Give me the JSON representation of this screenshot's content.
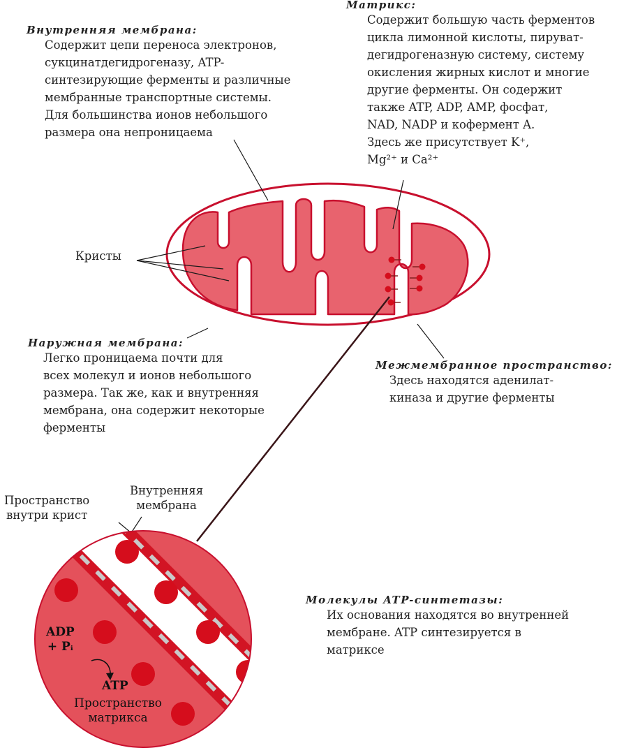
{
  "inner_membrane": {
    "title": "Внутренняя мембрана:",
    "text": "Содержит цепи переноса электронов,\nсукцинатдегидрогеназу, ATP-\nсинтезирующие ферменты и различные\nмембранные транспортные системы.\nДля большинства ионов небольшого\nразмера она непроницаема"
  },
  "matrix": {
    "title": "Матрикс:",
    "text": "Содержит большую часть ферментов\nцикла лимонной кислоты, пируват-\nдегидрогеназную систему, систему\nокисления жирных кислот и многие\nдругие ферменты. Он содержит\nтакже ATP, ADP, AMP, фосфат,\nNAD, NADP и кофермент A.\nЗдесь же присутствует K⁺,\nMg²⁺ и Ca²⁺"
  },
  "cristae": {
    "label": "Кристы"
  },
  "outer_membrane": {
    "title": "Наружная мембрана:",
    "text": "Легко проницаема почти для\nвсех молекул и ионов небольшого\nразмера. Так же, как и внутренняя\nмембрана, она содержит некоторые\nферменты"
  },
  "intermembrane_space": {
    "title": "Межмембранное пространство:",
    "text": "Здесь находятся аденилат-\nкиназа и другие ферменты"
  },
  "zoom": {
    "crista_space_label": "Пространство\nвнутри крист",
    "inner_membrane_label": "Внутренняя\nмембрана",
    "adp_label": "ADP\n+ Pᵢ",
    "atp_label": "ATP",
    "matrix_space_label": "Пространство\nматрикса"
  },
  "atp_synthase": {
    "title": "Молекулы ATP-синтетазы:",
    "text": "Их основания находятся во внутренней\nмембране. ATP синтезируется в\nматриксе"
  },
  "colors": {
    "membrane_red": "#c8102e",
    "matrix_fill": "#e8636e",
    "synthase_red": "#d50d1c",
    "leader_dark": "#3a1518"
  }
}
